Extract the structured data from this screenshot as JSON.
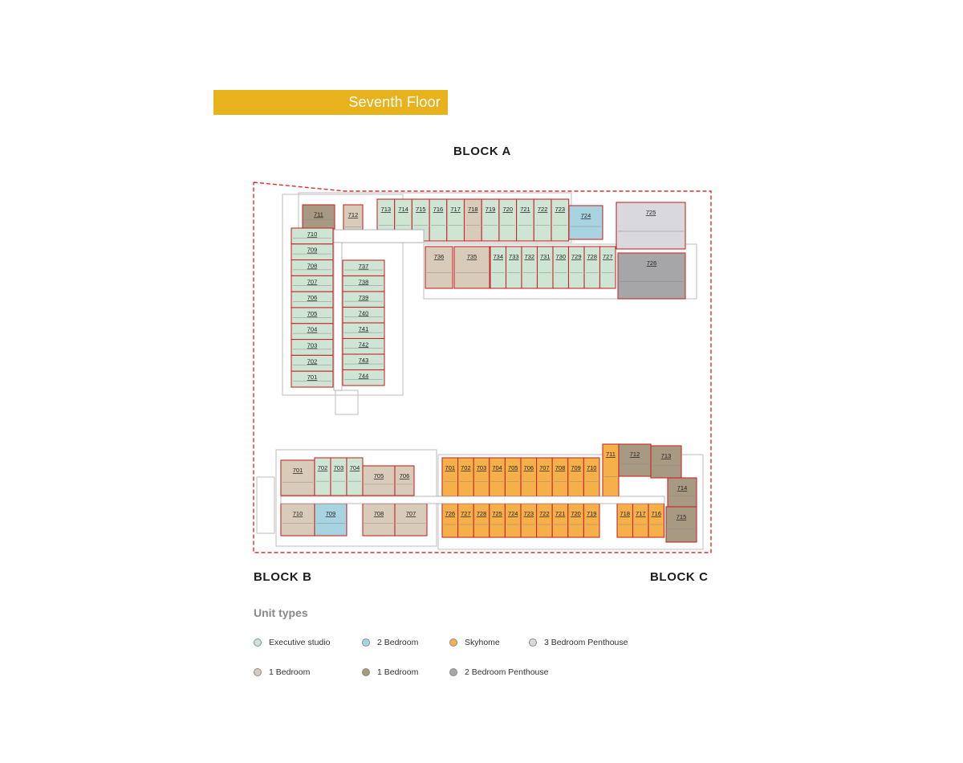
{
  "title": "Seventh Floor",
  "blocks": {
    "a": "BLOCK A",
    "b": "BLOCK B",
    "c": "BLOCK C"
  },
  "legend": {
    "title": "Unit types",
    "items": [
      {
        "label": "Executive studio",
        "color": "#cfe5d3"
      },
      {
        "label": "2 Bedroom",
        "color": "#a8d4e2"
      },
      {
        "label": "Skyhome",
        "color": "#f6b04a"
      },
      {
        "label": "3 Bedroom Penthouse",
        "color": "#d9d8dc"
      },
      {
        "label": "1 Bedroom",
        "color": "#d9cbb9"
      },
      {
        "label": "1 Bedroom",
        "color": "#a89a82"
      },
      {
        "label": "2 Bedroom Penthouse",
        "color": "#a6a6a8"
      }
    ]
  },
  "units": {
    "a_top": [
      "713",
      "714",
      "715",
      "716",
      "717",
      "718",
      "719",
      "720",
      "721",
      "722",
      "723"
    ],
    "a_top_corner": [
      "711",
      "712"
    ],
    "a_top_2bed": "724",
    "a_penthouse_3": "725",
    "a_penthouse_2": "726",
    "a_row2_1bed": [
      "736",
      "735"
    ],
    "a_row2_studio": [
      "734",
      "733",
      "732",
      "731",
      "730",
      "729",
      "728",
      "727"
    ],
    "a_left_col": [
      "710",
      "709",
      "708",
      "707",
      "706",
      "705",
      "704",
      "703",
      "702",
      "701"
    ],
    "a_inner_col": [
      "737",
      "738",
      "739",
      "740",
      "741",
      "742",
      "743",
      "744"
    ],
    "b_top_1bed_left": "701",
    "b_top_studio": [
      "702",
      "703",
      "704"
    ],
    "b_top_1bed_right": [
      "705",
      "706"
    ],
    "b_bottom": [
      "710",
      "709",
      "708",
      "707"
    ],
    "c_sky_top": [
      "701",
      "702",
      "703",
      "704",
      "705",
      "706",
      "707",
      "708",
      "709",
      "710"
    ],
    "c_sky_711": "711",
    "c_sky_bottom": [
      "726",
      "727",
      "728",
      "725",
      "724",
      "723",
      "722",
      "721",
      "720",
      "719",
      "718",
      "717",
      "716"
    ],
    "c_dark": [
      "712",
      "713",
      "714",
      "715"
    ]
  }
}
